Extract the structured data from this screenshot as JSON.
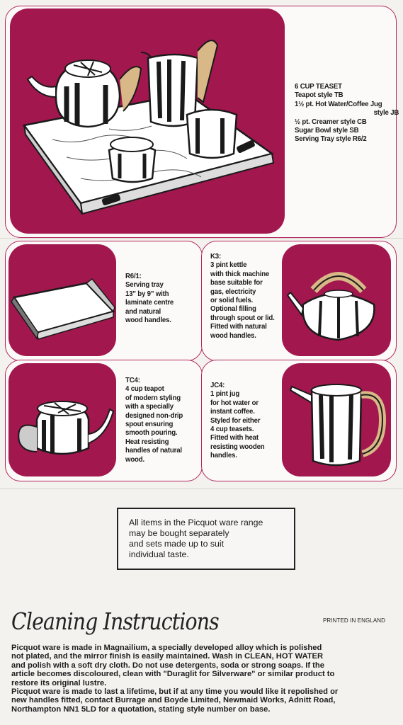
{
  "teaset": {
    "heading": "6 CUP TEASET",
    "lines": [
      "Teapot style TB",
      "1½ pt. Hot Water/Coffee Jug",
      "style JB",
      "½ pt. Creamer style CB",
      "Sugar Bowl style SB",
      "Serving Tray style R6/2"
    ]
  },
  "tray": {
    "code": "R6/1:",
    "lines": [
      "Serving tray",
      "13\" by 9\" with",
      "laminate centre",
      "and natural",
      "wood handles."
    ]
  },
  "kettle": {
    "code": "K3:",
    "lines": [
      "3 pint kettle",
      "with thick machine",
      "base suitable for",
      "gas, electricity",
      "or solid fuels.",
      "Optional filling",
      "through spout or lid.",
      "Fitted with natural",
      "wood handles."
    ]
  },
  "teapot": {
    "code": "TC4:",
    "lines": [
      "4 cup teapot",
      "of modern styling",
      "with a specially",
      "designed non-drip",
      "spout ensuring",
      "smooth pouring.",
      "Heat resisting",
      "handles of natural",
      "wood."
    ]
  },
  "jug": {
    "code": "JC4:",
    "lines": [
      "1 pint jug",
      "for hot water or",
      "instant coffee.",
      "Styled for either",
      "4 cup teasets.",
      "Fitted with heat",
      "resisting wooden",
      "handles."
    ]
  },
  "note": {
    "lines": [
      "All items in the Picquot ware range",
      "may be bought separately",
      "and sets made up to suit",
      "individual taste."
    ]
  },
  "cleaning": {
    "title": "Cleaning Instructions",
    "printed": "PRINTED IN ENGLAND",
    "lines": [
      "Picquot ware is made in Magnailium, a specially developed alloy which is polished",
      "not plated, and the mirror finish is easily maintained. Wash in CLEAN, HOT WATER",
      "and polish with a soft dry cloth. Do not use detergents, soda or strong soaps. If the",
      "article becomes discoloured, clean with \"Duraglit for Silverware\" or similar product to",
      "restore its original lustre.",
      "Picquot ware is made to last a lifetime, but if at any time you would like it repolished or",
      "new handles fitted, contact Burrage and Boyde Limited, Newmaid Works, Adnitt Road,",
      "Northampton NN1 5LD for a quotation, stating style number on base."
    ]
  },
  "colors": {
    "magenta": "#a3174f",
    "border": "#b3265e"
  },
  "icons": [
    "teaset-illustration",
    "tray-illustration",
    "kettle-illustration",
    "teapot-illustration",
    "jug-illustration"
  ]
}
